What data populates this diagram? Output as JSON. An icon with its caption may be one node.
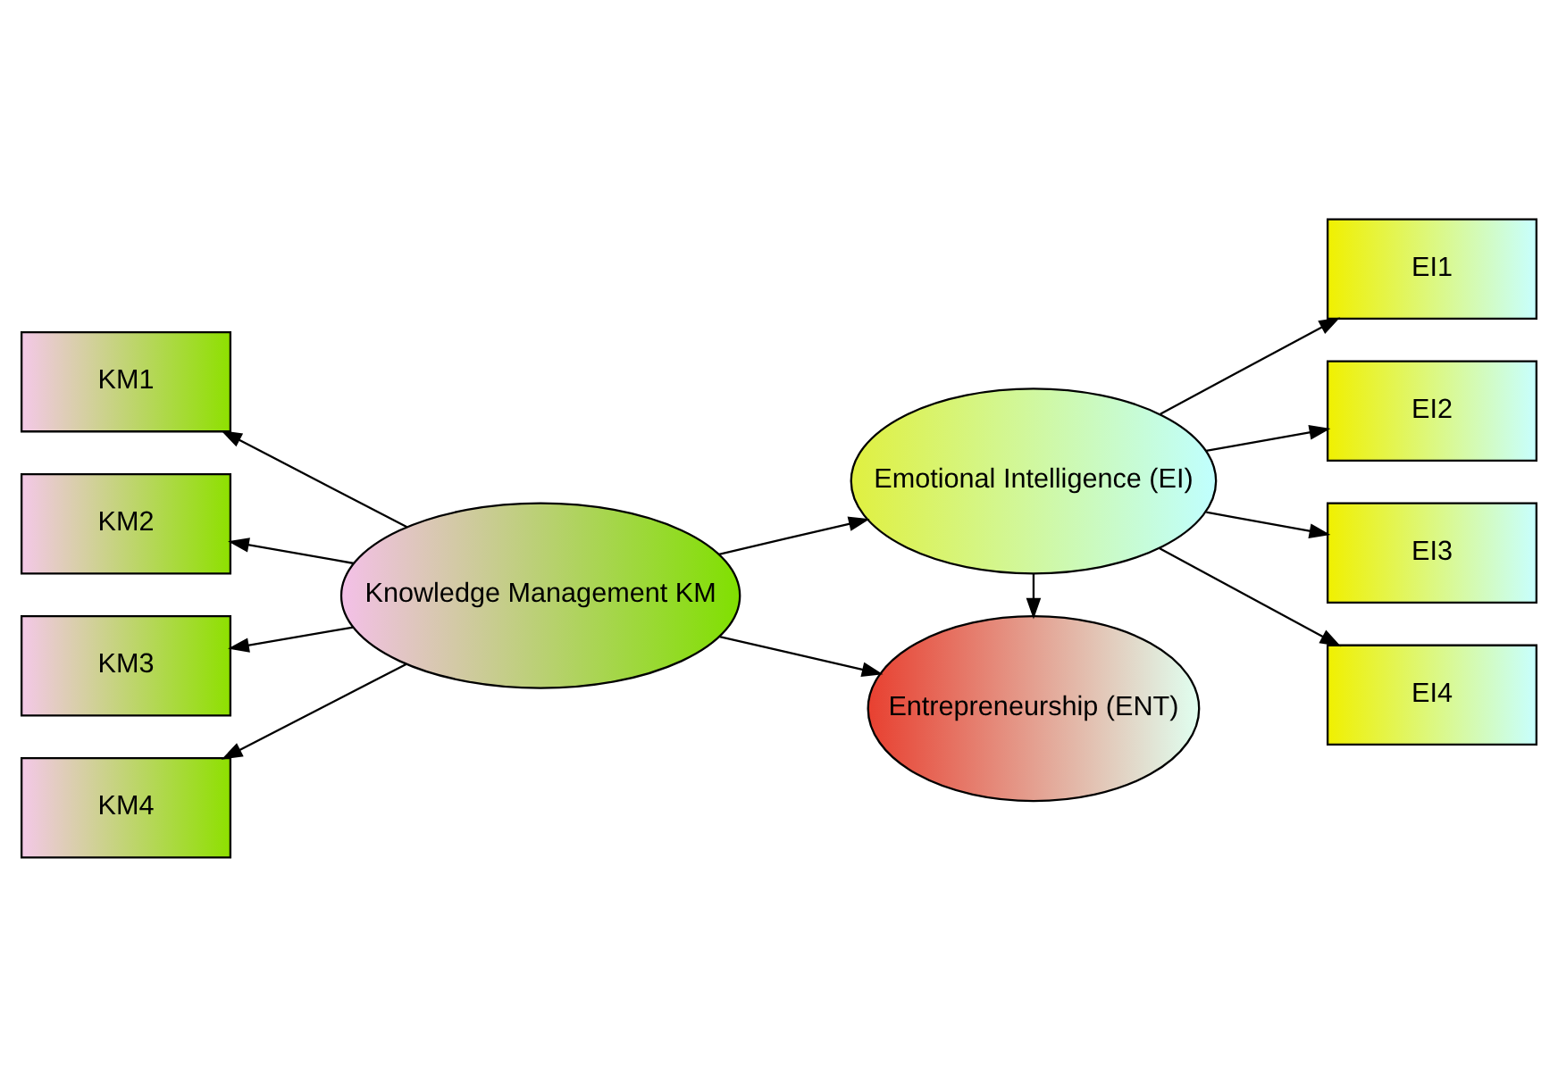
{
  "diagram": {
    "nodes": [
      {
        "text": [
          "Knowledge Management KM"
        ]
      },
      {
        "text": [
          "KM1"
        ]
      },
      {
        "text": [
          "KM2"
        ]
      },
      {
        "text": [
          "KM3"
        ]
      },
      {
        "text": [
          "KM4"
        ]
      },
      {
        "text": [
          "Emotional Intelligence (EI)"
        ]
      },
      {
        "text": [
          "EI1"
        ]
      },
      {
        "text": [
          "EI2"
        ]
      },
      {
        "text": [
          "EI3"
        ]
      },
      {
        "text": [
          "EI4"
        ]
      },
      {
        "text": [
          "Entrepreneurship (ENT)"
        ]
      }
    ],
    "edges": [
      {
        "from": 0,
        "to": 1,
        "arrow": "to"
      },
      {
        "from": 0,
        "to": 2,
        "arrow": "to"
      },
      {
        "from": 0,
        "to": 3,
        "arrow": "to"
      },
      {
        "from": 0,
        "to": 4,
        "arrow": "to"
      },
      {
        "from": 0,
        "to": 5,
        "arrow": "to"
      },
      {
        "from": 5,
        "to": 6,
        "arrow": "to"
      },
      {
        "from": 5,
        "to": 7,
        "arrow": "to"
      },
      {
        "from": 5,
        "to": 8,
        "arrow": "to"
      },
      {
        "from": 5,
        "to": 9,
        "arrow": "to"
      },
      {
        "from": 0,
        "to": 10,
        "arrow": "to"
      },
      {
        "from": 5,
        "to": 10,
        "arrow": "to"
      }
    ]
  }
}
